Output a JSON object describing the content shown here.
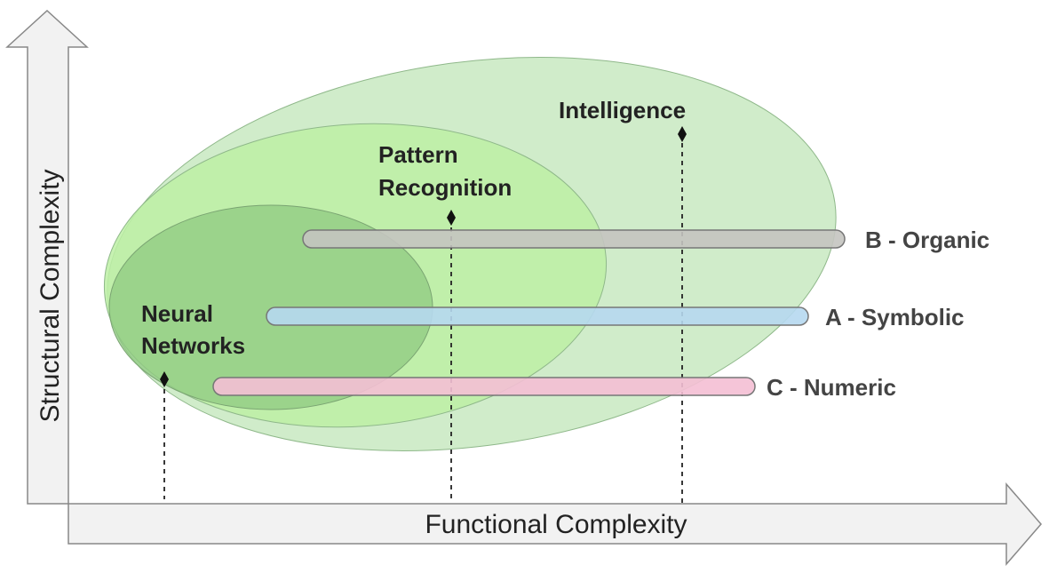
{
  "axes": {
    "x_label": "Functional Complexity",
    "y_label": "Structural Complexity"
  },
  "regions": {
    "intelligence": {
      "label": "Intelligence",
      "color": "#cdebc7"
    },
    "pattern_recognition": {
      "label_line1": "Pattern",
      "label_line2": "Recognition",
      "color": "#bdf0a4"
    },
    "neural_networks": {
      "label_line1": "Neural",
      "label_line2": "Networks",
      "color": "#8fca80"
    }
  },
  "bars": {
    "organic": {
      "label": "B - Organic",
      "color": "#c4c4c0"
    },
    "symbolic": {
      "label": "A - Symbolic",
      "color": "#b6d8ef"
    },
    "numeric": {
      "label": "C - Numeric",
      "color": "#f4bfd4"
    }
  }
}
